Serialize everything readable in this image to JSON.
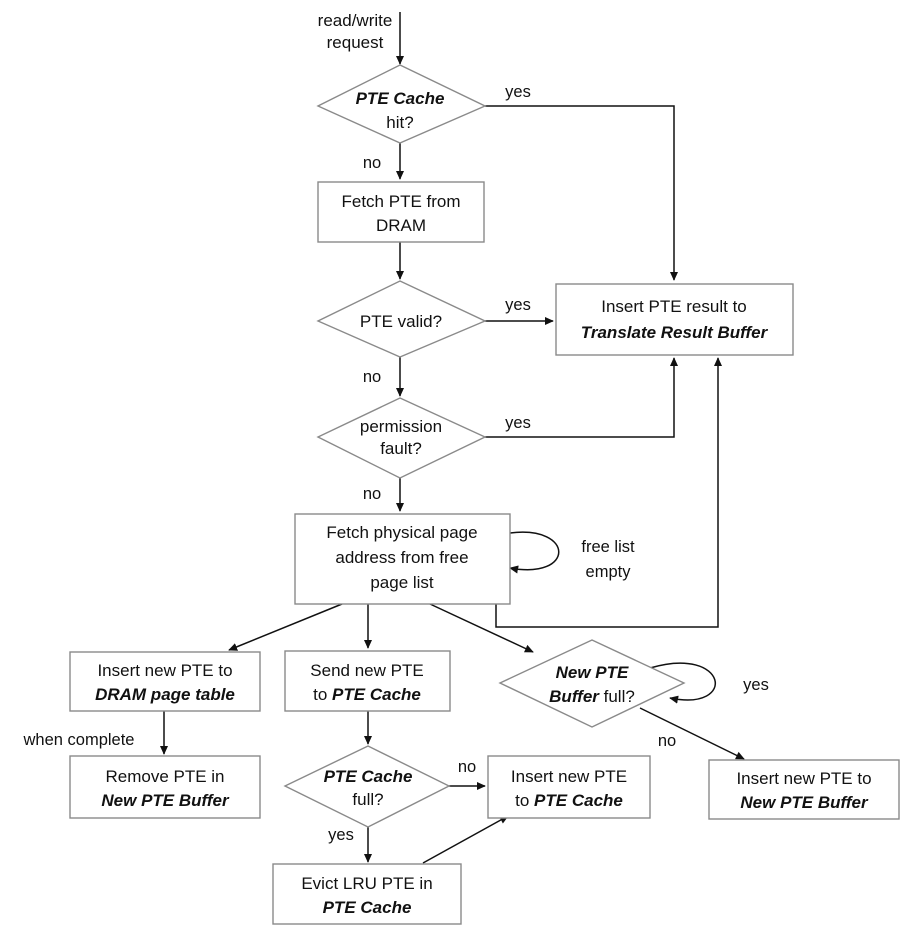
{
  "nodes": {
    "request": {
      "lines": [
        [
          {
            "t": "read/write"
          }
        ],
        [
          {
            "t": "request"
          }
        ]
      ]
    },
    "cache_hit": {
      "lines": [
        [
          {
            "t": "PTE Cache",
            "bi": true
          }
        ],
        [
          {
            "t": "hit?"
          }
        ]
      ]
    },
    "fetch_dram": {
      "lines": [
        [
          {
            "t": "Fetch PTE from"
          }
        ],
        [
          {
            "t": "DRAM"
          }
        ]
      ]
    },
    "pte_valid": {
      "lines": [
        [
          {
            "t": "PTE valid?"
          }
        ]
      ]
    },
    "insert_result": {
      "lines": [
        [
          {
            "t": "Insert PTE result to"
          }
        ],
        [
          {
            "t": "Translate Result Buffer",
            "bi": true
          }
        ]
      ]
    },
    "perm_fault": {
      "lines": [
        [
          {
            "t": "permission"
          }
        ],
        [
          {
            "t": "fault?"
          }
        ]
      ]
    },
    "fetch_phys": {
      "lines": [
        [
          {
            "t": "Fetch physical page"
          }
        ],
        [
          {
            "t": "address from free"
          }
        ],
        [
          {
            "t": "page list"
          }
        ]
      ]
    },
    "insert_dram_pt": {
      "lines": [
        [
          {
            "t": "Insert new PTE to"
          }
        ],
        [
          {
            "t": "DRAM page table",
            "bi": true
          }
        ]
      ]
    },
    "send_cache": {
      "lines": [
        [
          {
            "t": "Send new PTE"
          }
        ],
        [
          {
            "t": "to "
          },
          {
            "t": "PTE Cache",
            "bi": true
          }
        ]
      ]
    },
    "buffer_full": {
      "lines": [
        [
          {
            "t": "New PTE",
            "bi": true
          }
        ],
        [
          {
            "t": "Buffer",
            "bi": true
          },
          {
            "t": " full?"
          }
        ]
      ]
    },
    "remove_pte": {
      "lines": [
        [
          {
            "t": "Remove PTE in"
          }
        ],
        [
          {
            "t": "New PTE Buffer",
            "bi": true
          }
        ]
      ]
    },
    "cache_full": {
      "lines": [
        [
          {
            "t": "PTE Cache",
            "bi": true
          }
        ],
        [
          {
            "t": "full?"
          }
        ]
      ]
    },
    "insert_cache": {
      "lines": [
        [
          {
            "t": "Insert new PTE"
          }
        ],
        [
          {
            "t": "to "
          },
          {
            "t": "PTE Cache",
            "bi": true
          }
        ]
      ]
    },
    "insert_buffer": {
      "lines": [
        [
          {
            "t": "Insert new PTE to"
          }
        ],
        [
          {
            "t": "New PTE Buffer",
            "bi": true
          }
        ]
      ]
    },
    "evict_lru": {
      "lines": [
        [
          {
            "t": "Evict LRU PTE in"
          }
        ],
        [
          {
            "t": "PTE Cache",
            "bi": true
          }
        ]
      ]
    }
  },
  "edge_labels": {
    "cache_hit_yes": "yes",
    "cache_hit_no": "no",
    "valid_yes": "yes",
    "valid_no": "no",
    "perm_yes": "yes",
    "perm_no": "no",
    "free_list_empty_1": "free list",
    "free_list_empty_2": "empty",
    "buffer_full_yes": "yes",
    "buffer_full_no": "no",
    "when_complete": "when complete",
    "cache_full_no": "no",
    "cache_full_yes": "yes"
  }
}
